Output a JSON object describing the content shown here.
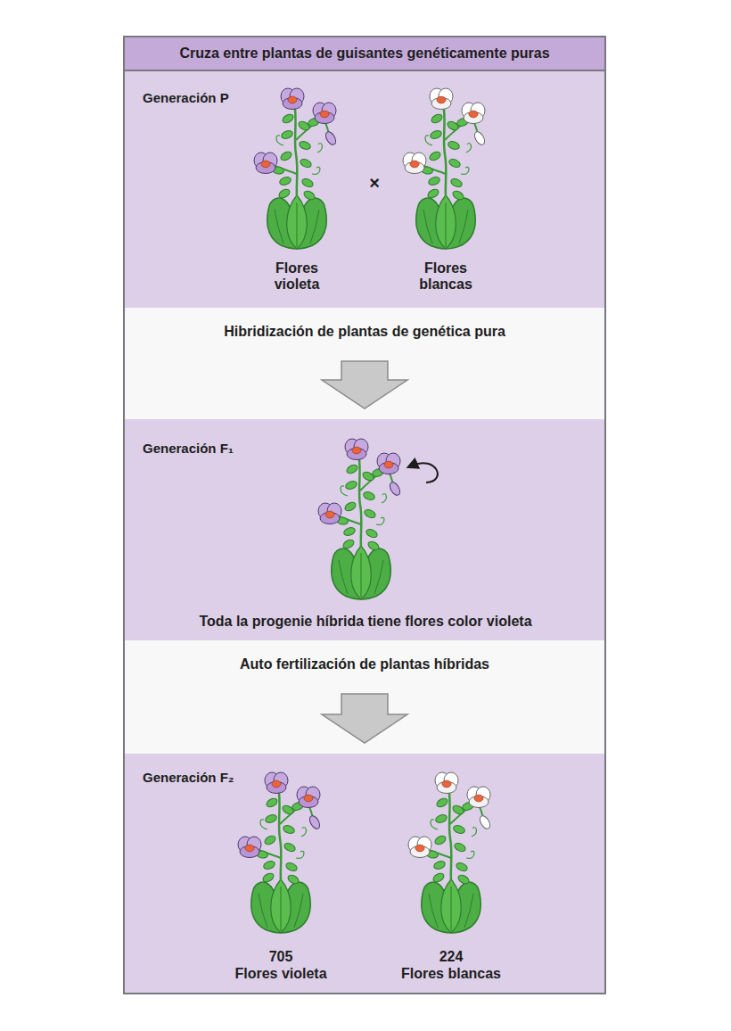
{
  "diagram": {
    "title": "Cruza entre plantas de guisantes genéticamente puras",
    "nodes": [
      {
        "text": [
          "Generación P",
          "Flores violeta",
          "Flores blancas"
        ]
      },
      {
        "text": [
          "Generación F₁",
          "Toda la progenie híbrida tiene flores color violeta"
        ]
      },
      {
        "text": [
          "Generación F₂",
          "705",
          "Flores violeta",
          "224",
          "Flores blancas"
        ]
      }
    ],
    "edges": [
      {
        "from": 0,
        "to": 1,
        "arrow": "to",
        "label": "Hibridización de plantas de genética pura"
      },
      {
        "from": 1,
        "to": 2,
        "arrow": "to",
        "label": "Auto fertilización de plantas híbridas"
      }
    ],
    "labels": [
      "×"
    ]
  }
}
